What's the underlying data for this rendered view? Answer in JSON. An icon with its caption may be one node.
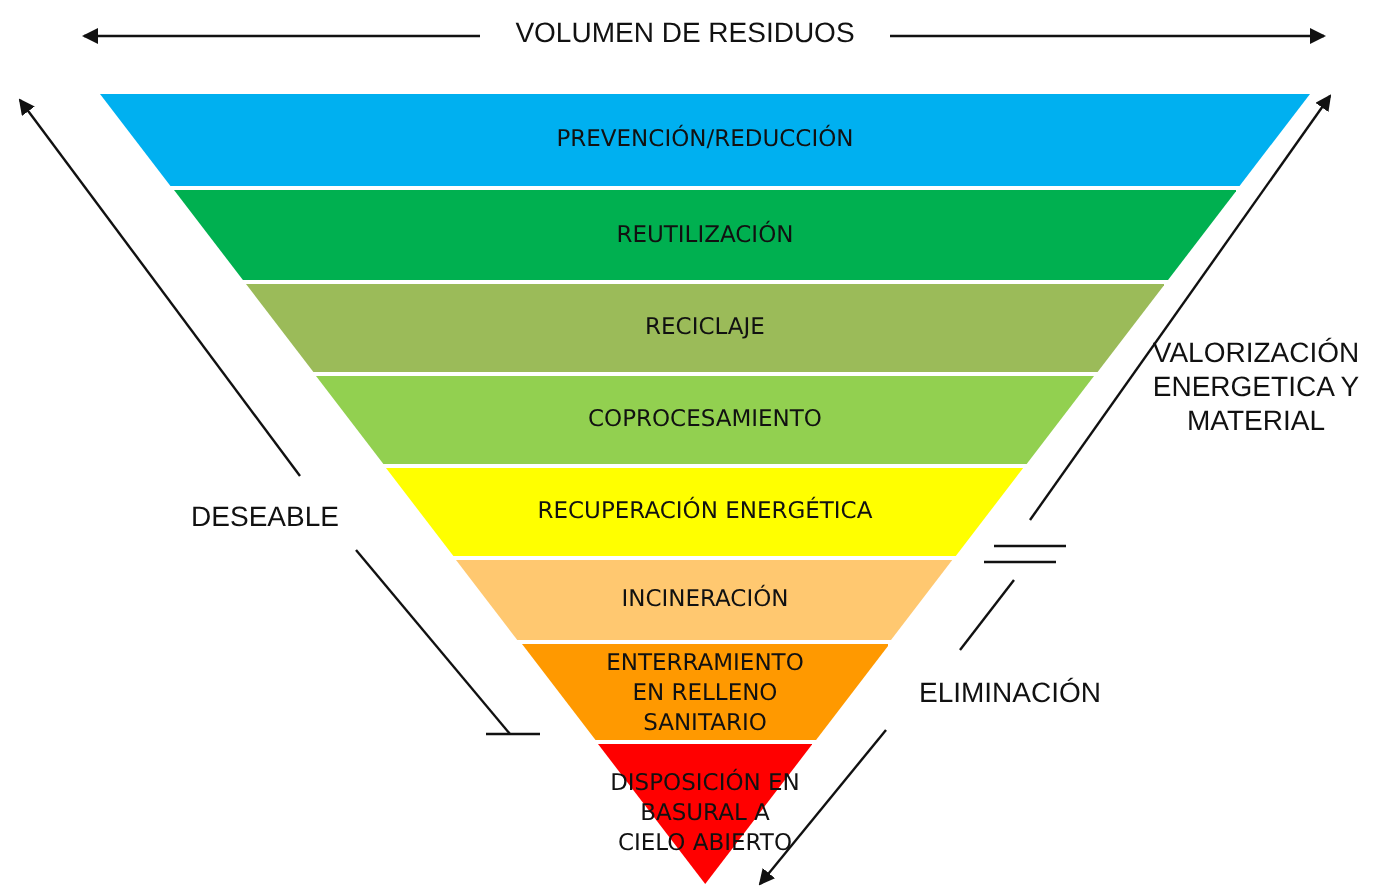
{
  "diagram": {
    "nodes": [
      {
        "text": [
          "PREVENCIÓN/REDUCCIÓN"
        ]
      },
      {
        "text": [
          "REUTILIZACIÓN"
        ]
      },
      {
        "text": [
          "RECICLAJE"
        ]
      },
      {
        "text": [
          "COPROCESAMIENTO"
        ]
      },
      {
        "text": [
          "RECUPERACIÓN ENERGÉTICA"
        ]
      },
      {
        "text": [
          "INCINERACIÓN"
        ]
      },
      {
        "text": [
          "ENTERRAMIENTO EN RELLENO SANITARIO"
        ]
      },
      {
        "text": [
          "DISPOSICIÓN EN BASURAL A CIELO ABIERTO"
        ]
      }
    ],
    "edges": [],
    "labels": [
      "VOLUMEN DE RESIDUOS",
      "DESEABLE",
      "VALORIZACIÓN ENERGETICA Y MATERIAL",
      "ELIMINACIÓN"
    ]
  }
}
